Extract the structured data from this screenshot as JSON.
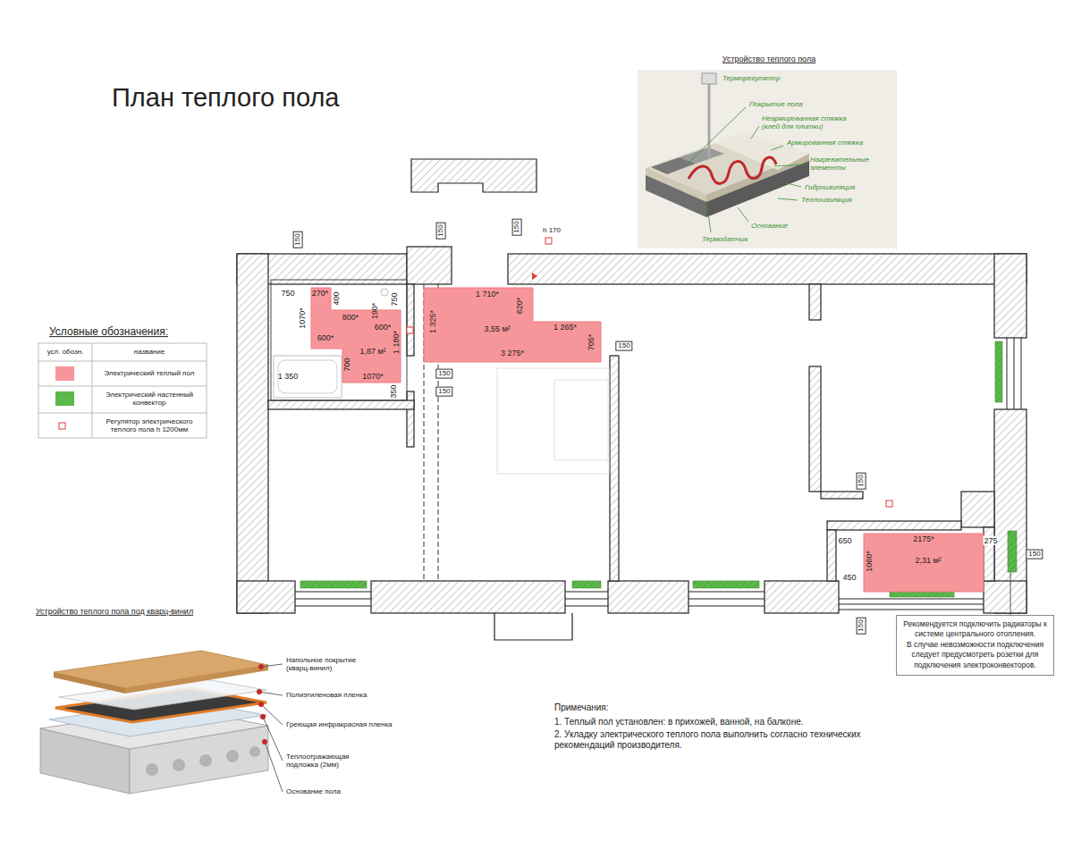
{
  "diagram": {
    "title": "План теплого пола",
    "nodes": [
      {
        "text": [
          "1,87 м²"
        ]
      },
      {
        "text": [
          "3,55 м²"
        ]
      },
      {
        "text": [
          "2,31 м²"
        ]
      },
      {
        "text": [
          "Рекомендуется подключить радиаторы к системе центрального отопления.",
          "В случае невозможности подключения следует предусмотреть розетки для подключения электроконвекторов."
        ]
      }
    ],
    "labels": [
      "Устройство теплого пола",
      "Терморегулятор",
      "Покрытие пола",
      "Неармированная стяжка (клей для плитки)",
      "Армированная стяжка",
      "Нагревательные элементы",
      "Гидроизоляция",
      "Теплоизоляция",
      "Основание",
      "Термодатчик",
      "150",
      "150",
      "150",
      "h 170",
      "750",
      "270*",
      "400",
      "750",
      "1070*",
      "800*",
      "190*",
      "600*",
      "600*",
      "1 180*",
      "700",
      "1 350",
      "1070*",
      "350",
      "150",
      "150",
      "1 710*",
      "620*",
      "1 325*",
      "1 265*",
      "705*",
      "3 275*",
      "150",
      "Условные обозначения:",
      "усл. обозн.",
      "название",
      "150",
      "650",
      "2175*",
      "275",
      "1060*",
      "450",
      "150",
      "150",
      "Устройство теплого пола под кварц-винил",
      "Напольное покрытие (кварц-винил)",
      "Полиэтиленовая пленка",
      "Греющая инфракрасная пленка",
      "Теплоотражающая подложка (2мм)",
      "Основание пола",
      "Примечания:",
      "1. Теплый пол установлен: в прихожей, ванной, на балконе.",
      "2. Укладку электрического теплого пола выполнить согласно технических рекомендаций производителя."
    ],
    "legend": [
      {
        "text": "Электрический теплый пол",
        "color": "#f7969a"
      },
      {
        "text": "Электрический настенный конвектор",
        "color": "#5cb84a"
      },
      {
        "text": "Регулятор электрического теплого пола h 1200мм"
      }
    ]
  }
}
